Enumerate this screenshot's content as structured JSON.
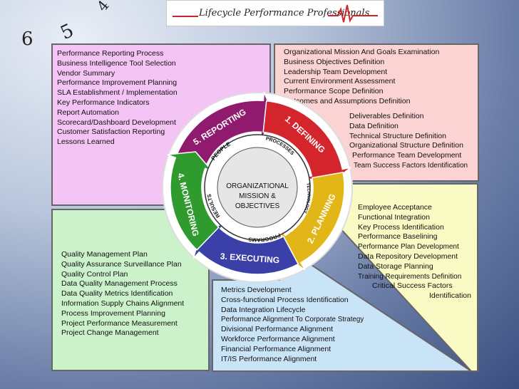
{
  "header": {
    "title": "Lifecycle Performance Professionals"
  },
  "decor": {
    "digit_a": "6",
    "digit_b": "5",
    "digit_c": "4"
  },
  "colors": {
    "reporting": "#8f1a6e",
    "defining": "#d4252c",
    "planning": "#e3b617",
    "executing": "#3b3fa8",
    "monitoring": "#2f9a2e"
  },
  "panels": {
    "reporting": {
      "items": [
        "Performance Reporting Process",
        "Business Intelligence Tool Selection",
        "Vendor Summary",
        "Performance Improvement Planning",
        "SLA Establishment / Implementation",
        "Key Performance Indicators",
        "Report Automation",
        "Scorecard/Dashboard Development",
        "Customer Satisfaction Reporting",
        "Lessons Learned"
      ]
    },
    "defining": {
      "items_top": [
        "Organizational Mission And Goals Examination",
        "Business Objectives Definition",
        "Leadership Team Development",
        "Current Environment Assessment",
        "Performance Scope Definition",
        "Outcomes and Assumptions Definition"
      ],
      "items_bottom": [
        "Deliverables Definition",
        "Data Definition",
        "Technical Structure Definition",
        "Organizational Structure Definition",
        "Performance Team Development",
        "Team Success Factors Identification"
      ]
    },
    "planning": {
      "items": [
        "Employee Acceptance",
        "Functional Integration",
        "Key Process Identification",
        "Performance Baselining",
        "Performance Plan Development",
        "Data Repository Development",
        "Data Storage Planning",
        "Training Requirements Definition",
        "Critical Success Factors",
        "Identification"
      ]
    },
    "executing": {
      "items": [
        "Metrics Development",
        "Cross-functional Process Identification",
        "Data Integration Lifecycle",
        "Performance Alignment To Corporate Strategy",
        "Divisional Performance Alignment",
        "Workforce Performance Alignment",
        "Financial Performance Alignment",
        "IT/IS Performance Alignment"
      ]
    },
    "monitoring": {
      "items": [
        "Quality Management Plan",
        "Quality Assurance Surveillance Plan",
        "Quality Control Plan",
        "Data Quality Management Process",
        "Data Quality Metrics Identification",
        "Information Supply Chains Alignment",
        "Process Improvement Planning",
        "Project Performance Measurement",
        "Project Change Management"
      ]
    }
  },
  "cycle": {
    "center": [
      "ORGANIZATIONAL",
      "MISSION &",
      "OBJECTIVES"
    ],
    "stages": {
      "reporting": "5. REPORTING",
      "defining": "1. DEFINING",
      "planning": "2. PLANNING",
      "executing": "3. EXECUTING",
      "monitoring": "4. MONITORING"
    },
    "inner_labels": {
      "people": "PEOPLE",
      "processes": "PROCESSES",
      "technology": "TECHNOLOGY",
      "programs": "PROGRAMS",
      "results": "RESULTS"
    }
  }
}
